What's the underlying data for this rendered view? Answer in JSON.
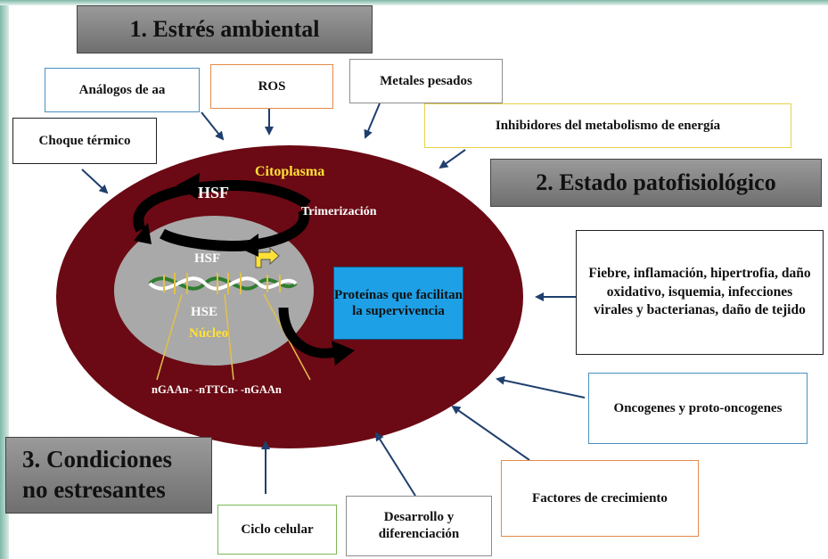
{
  "headers": {
    "stress": "1. Estrés ambiental",
    "patho": "2. Estado patofisiológico",
    "nonstress_line1": "3. Condiciones",
    "nonstress_line2": "no estresantes"
  },
  "stressors": {
    "aa_analogs": "Análogos de aa",
    "ros": "ROS",
    "heavy_metals": "Metales pesados",
    "energy_inhibitors": "Inhibidores del metabolismo de energía",
    "heat_shock": "Choque térmico"
  },
  "patho_factors": {
    "fever_list": "Fiebre, inflamación, hipertrofia, daño oxidativo, isquemia, infecciones virales y bacterianas, daño de tejido",
    "oncogenes": "Oncogenes y proto-oncogenes",
    "growth_factors": "Factores de crecimiento"
  },
  "nonstress_factors": {
    "cell_cycle": "Ciclo celular",
    "development": "Desarrollo y diferenciación"
  },
  "cell": {
    "cytoplasm": "Citoplasma",
    "hsf_top": "HSF",
    "trimerization": "Trimerización",
    "hsf_nucleus": "HSF",
    "hse": "HSE",
    "nucleus": "Núcleo",
    "sequence": "nGAAn- -nTTCn- -nGAAn",
    "proteins": "Proteínas que facilitan la supervivencia"
  },
  "colors": {
    "cell": "#6b0a14",
    "nucleus": "#a9a9a9",
    "protein_box": "#1ea0e6",
    "label_yellow": "#ffe135",
    "border_blue": "#4a8fc2",
    "border_orange": "#e58a4a",
    "border_gray": "#8c8c8c",
    "border_yellow": "#e8d24a",
    "border_green": "#7cb85a",
    "arrow": "#1f3f6e"
  }
}
